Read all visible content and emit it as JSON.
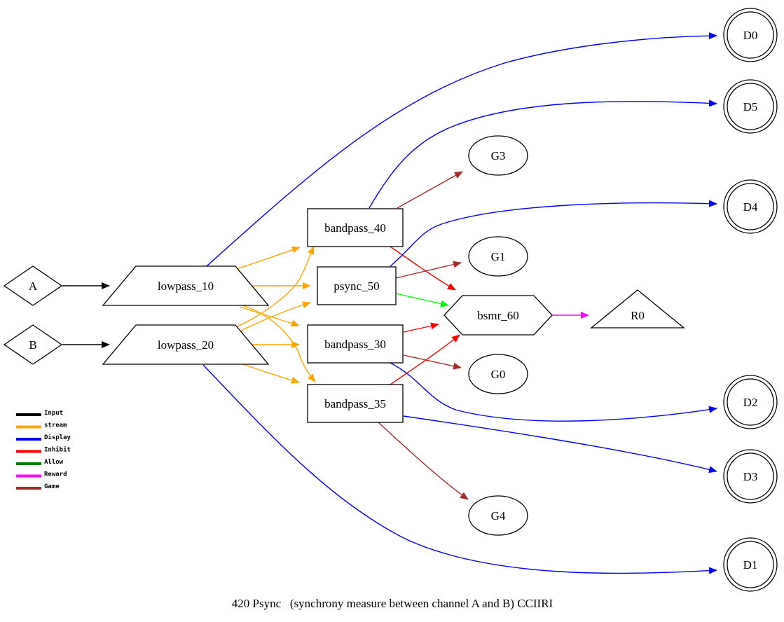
{
  "caption": "420 Psync   (synchrony measure between channel A and B) CCIIRI",
  "edge_colors": {
    "input": "#000000",
    "stream": "#ffa500",
    "display": "#0000ff",
    "inhibit": "#ff0000",
    "allow": "#00ff00",
    "reward": "#ff00ff",
    "game": "#a52a2a"
  },
  "legend": [
    {
      "label": "Input",
      "color": "#000000"
    },
    {
      "label": "stream",
      "color": "#ffa500"
    },
    {
      "label": "Display",
      "color": "#0000ff"
    },
    {
      "label": "Inhibit",
      "color": "#ff0000"
    },
    {
      "label": "Allow",
      "color": "#008000"
    },
    {
      "label": "Reward",
      "color": "#ff00ff"
    },
    {
      "label": "Game",
      "color": "#a52a2a"
    }
  ],
  "nodes": {
    "A": {
      "label": "A",
      "shape": "diamond"
    },
    "B": {
      "label": "B",
      "shape": "diamond"
    },
    "lowpass_10": {
      "label": "lowpass_10",
      "shape": "trapezium"
    },
    "lowpass_20": {
      "label": "lowpass_20",
      "shape": "trapezium"
    },
    "bandpass_40": {
      "label": "bandpass_40",
      "shape": "box"
    },
    "psync_50": {
      "label": "psync_50",
      "shape": "box"
    },
    "bandpass_30": {
      "label": "bandpass_30",
      "shape": "box"
    },
    "bandpass_35": {
      "label": "bandpass_35",
      "shape": "box"
    },
    "bsmr_60": {
      "label": "bsmr_60",
      "shape": "hexagon"
    },
    "R0": {
      "label": "R0",
      "shape": "triangle"
    },
    "G0": {
      "label": "G0",
      "shape": "ellipse"
    },
    "G1": {
      "label": "G1",
      "shape": "ellipse"
    },
    "G3": {
      "label": "G3",
      "shape": "ellipse"
    },
    "G4": {
      "label": "G4",
      "shape": "ellipse"
    },
    "D0": {
      "label": "D0",
      "shape": "doublecircle"
    },
    "D1": {
      "label": "D1",
      "shape": "doublecircle"
    },
    "D2": {
      "label": "D2",
      "shape": "doublecircle"
    },
    "D3": {
      "label": "D3",
      "shape": "doublecircle"
    },
    "D4": {
      "label": "D4",
      "shape": "doublecircle"
    },
    "D5": {
      "label": "D5",
      "shape": "doublecircle"
    }
  },
  "edges": [
    {
      "from": "A",
      "to": "lowpass_10",
      "type": "input"
    },
    {
      "from": "B",
      "to": "lowpass_20",
      "type": "input"
    },
    {
      "from": "lowpass_10",
      "to": "bandpass_40",
      "type": "stream"
    },
    {
      "from": "lowpass_10",
      "to": "psync_50",
      "type": "stream"
    },
    {
      "from": "lowpass_10",
      "to": "bandpass_30",
      "type": "stream"
    },
    {
      "from": "lowpass_10",
      "to": "bandpass_35",
      "type": "stream"
    },
    {
      "from": "lowpass_10",
      "to": "D0",
      "type": "display"
    },
    {
      "from": "lowpass_20",
      "to": "bandpass_40",
      "type": "stream"
    },
    {
      "from": "lowpass_20",
      "to": "psync_50",
      "type": "stream"
    },
    {
      "from": "lowpass_20",
      "to": "bandpass_30",
      "type": "stream"
    },
    {
      "from": "lowpass_20",
      "to": "bandpass_35",
      "type": "stream"
    },
    {
      "from": "lowpass_20",
      "to": "D1",
      "type": "display"
    },
    {
      "from": "bandpass_40",
      "to": "D5",
      "type": "display"
    },
    {
      "from": "bandpass_40",
      "to": "G3",
      "type": "game"
    },
    {
      "from": "bandpass_40",
      "to": "bsmr_60",
      "type": "inhibit"
    },
    {
      "from": "psync_50",
      "to": "D4",
      "type": "display"
    },
    {
      "from": "psync_50",
      "to": "G1",
      "type": "game"
    },
    {
      "from": "psync_50",
      "to": "bsmr_60",
      "type": "allow"
    },
    {
      "from": "bandpass_30",
      "to": "bsmr_60",
      "type": "inhibit"
    },
    {
      "from": "bandpass_30",
      "to": "G0",
      "type": "game"
    },
    {
      "from": "bandpass_30",
      "to": "D2",
      "type": "display"
    },
    {
      "from": "bandpass_35",
      "to": "bsmr_60",
      "type": "inhibit"
    },
    {
      "from": "bandpass_35",
      "to": "D3",
      "type": "display"
    },
    {
      "from": "bandpass_35",
      "to": "G4",
      "type": "game"
    },
    {
      "from": "bsmr_60",
      "to": "R0",
      "type": "reward"
    }
  ]
}
